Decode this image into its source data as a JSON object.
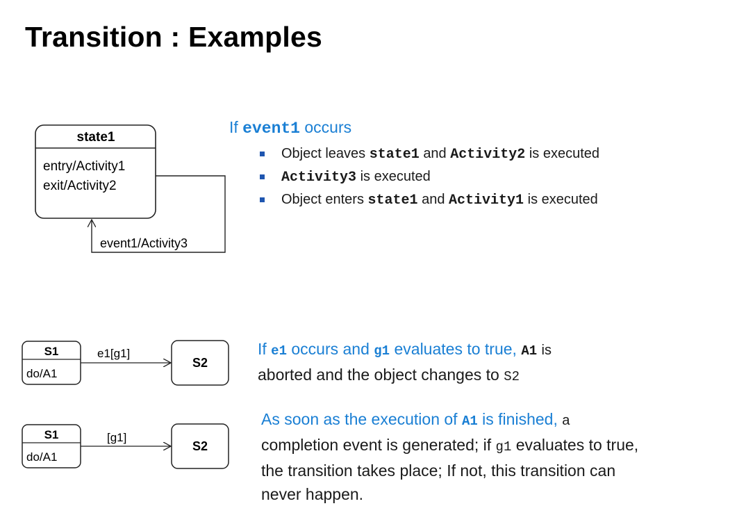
{
  "title": "Transition : Examples",
  "example1": {
    "diagram": {
      "state_name": "state1",
      "entry": "entry/Activity1",
      "exit": "exit/Activity2",
      "transition_label": "event1/Activity3"
    },
    "heading": {
      "prefix": "If",
      "event": "event1",
      "suffix": "occurs"
    },
    "bullets": [
      {
        "t1": "Object leaves",
        "c1": "state1",
        "t2": "and",
        "c2": "Activity2",
        "t3": "is executed"
      },
      {
        "c1": "Activity3",
        "t1": "is executed"
      },
      {
        "t1": "Object enters",
        "c1": "state1",
        "t2": "and",
        "c2": "Activity1",
        "t3": "is executed"
      }
    ]
  },
  "example2": {
    "diagram": {
      "source": "S1",
      "source_activity": "do/A1",
      "transition_label": "e1[g1]",
      "target": "S2"
    },
    "text": {
      "p1": "If",
      "e1": "e1",
      "p2": "occurs and",
      "g1": "g1",
      "p3": "evaluates to true,",
      "a1": "A1",
      "p4": "is",
      "line2": "aborted and the object changes to",
      "s2": "S2"
    }
  },
  "example3": {
    "diagram": {
      "source": "S1",
      "source_activity": "do/A1",
      "transition_label": "[g1]",
      "target": "S2"
    },
    "text": {
      "p1": "As soon as the execution of",
      "a1": "A1",
      "p2": "is finished,",
      "p3": "a",
      "line2_a": "completion event is generated; if",
      "g1": "g1",
      "line2_b": "evaluates to true,",
      "line3": "the transition takes place; If not, this transition can",
      "line4": "never happen."
    }
  }
}
